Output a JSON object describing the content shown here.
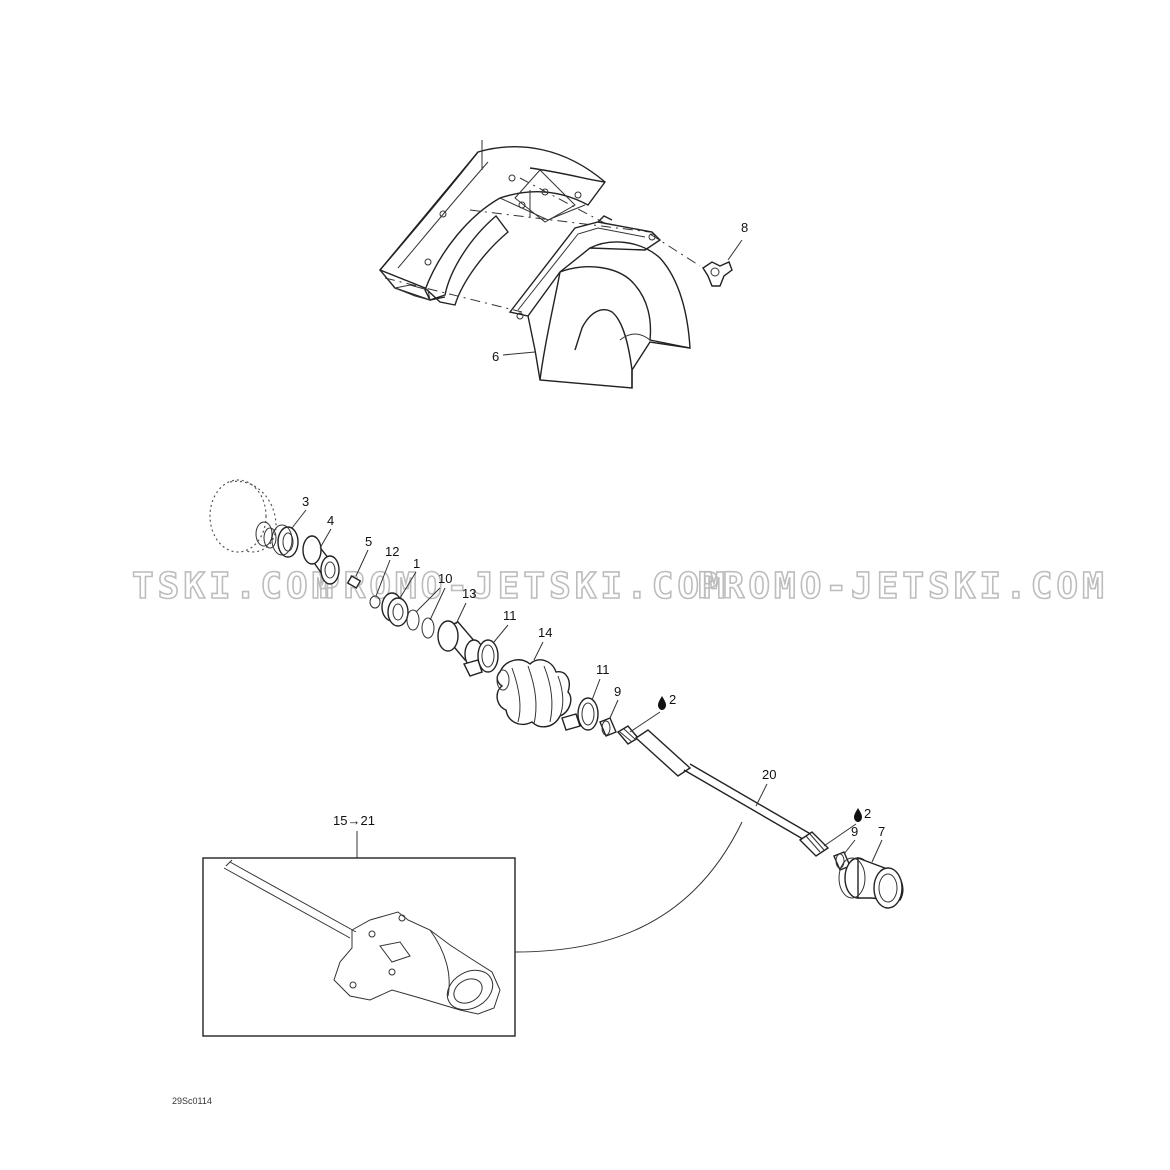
{
  "watermark": {
    "left": "TSKI.COM",
    "center": "PROMO-JETSKI.COM",
    "right": "PROMO-JETSKI.COM"
  },
  "callouts": {
    "p8": "8",
    "p6": "6",
    "p3": "3",
    "p4": "4",
    "p5": "5",
    "p12": "12",
    "p1": "1",
    "p10": "10",
    "p13": "13",
    "p11a": "11",
    "p14": "14",
    "p11b": "11",
    "p9a": "9",
    "p2a": "2",
    "p20": "20",
    "p2b": "2",
    "p9b": "9",
    "p7": "7",
    "assembly": "15→21"
  },
  "drawing_code": "29Sc0114",
  "icons": [
    "lubricant-drop-icon"
  ]
}
